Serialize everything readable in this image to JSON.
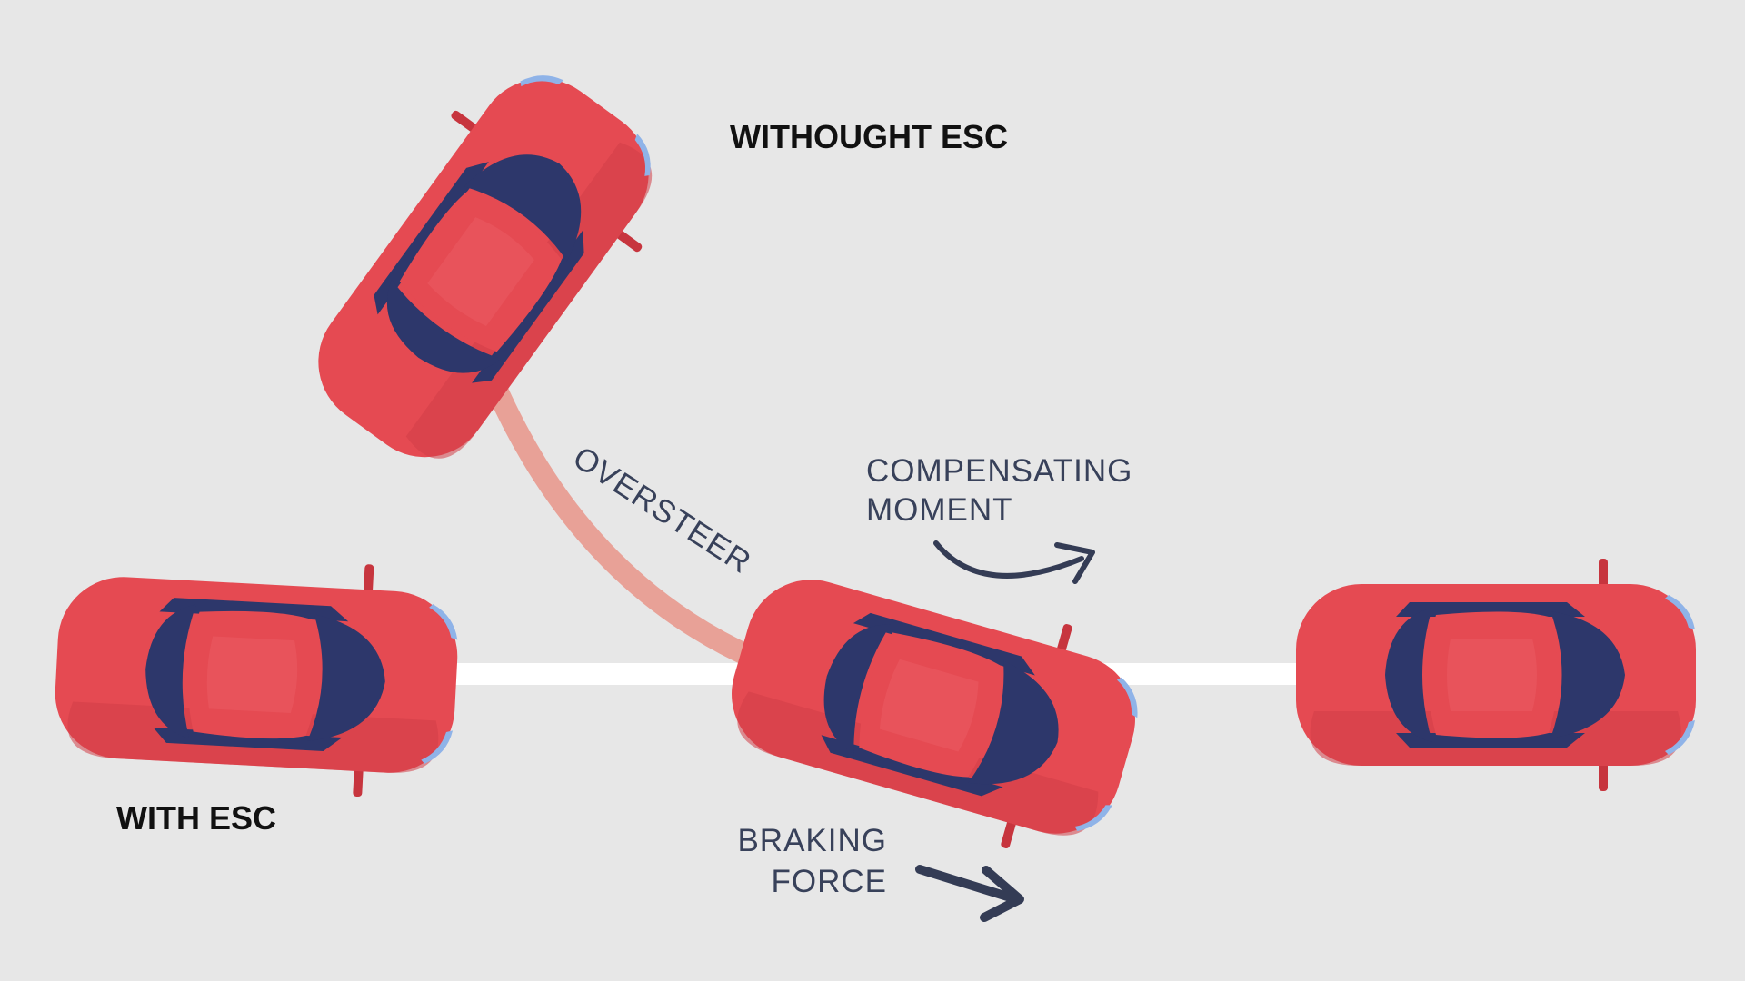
{
  "labels": {
    "without_esc": "WITHOUGHT ESC",
    "with_esc": "WITH ESC",
    "oversteer": "OVERSTEER",
    "compensating_line1": "COMPENSATING",
    "compensating_line2": "MOMENT",
    "braking_line1": "BRAKING",
    "braking_line2": "FORCE"
  },
  "colors": {
    "background": "#e7e7e7",
    "car_body": "#e54a52",
    "car_body_dark": "#c7353e",
    "car_glass": "#2d376b",
    "car_light": "#8fb3e8",
    "road_line": "#ffffff",
    "oversteer_path": "#e8a197",
    "arrow": "#343c55"
  }
}
